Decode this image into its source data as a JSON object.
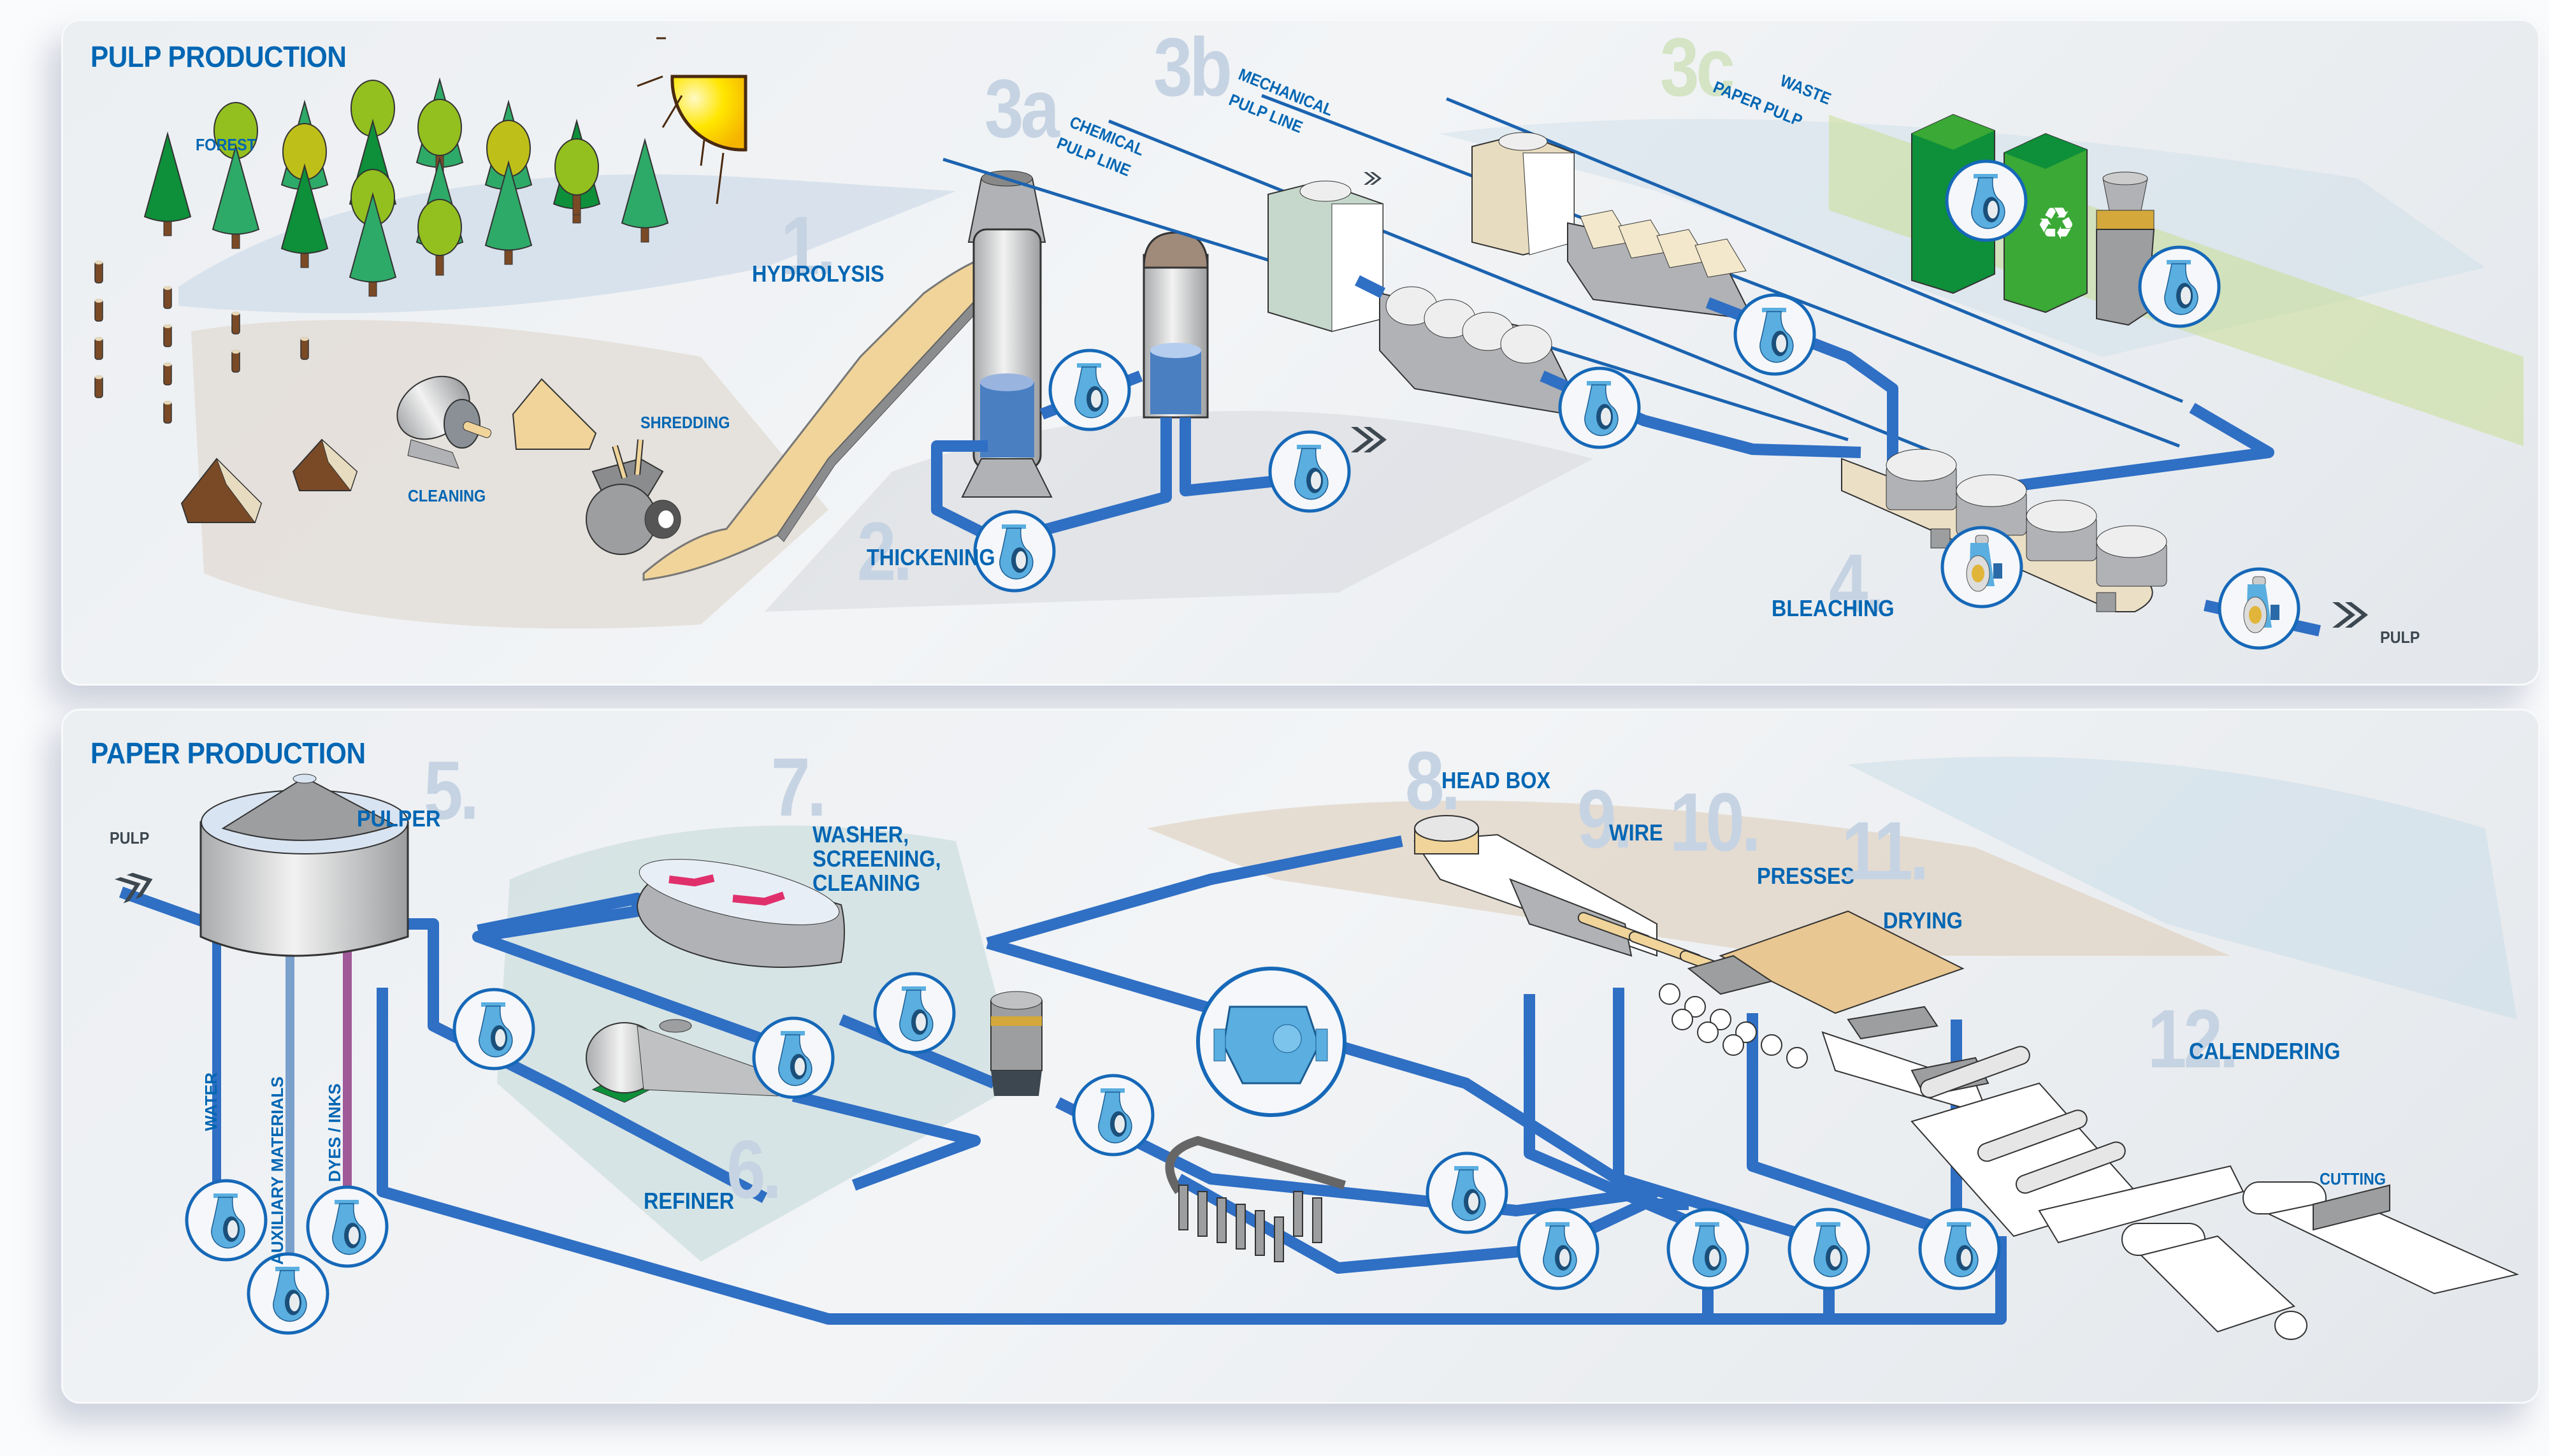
{
  "sections": {
    "pulp": {
      "title": "PULP PRODUCTION",
      "labels": {
        "forest": "FOREST",
        "cleaning": "CLEANING",
        "shredding": "SHREDDING",
        "hydrolysis": "HYDROLYSIS",
        "thickening": "THICKENING",
        "bleaching": "BLEACHING",
        "pulp_out": "PULP"
      },
      "steps": [
        {
          "number": "1.",
          "label": "HYDROLYSIS"
        },
        {
          "number": "2.",
          "label": "THICKENING"
        },
        {
          "number": "3a",
          "label_line1": "CHEMICAL",
          "label_line2": "PULP LINE"
        },
        {
          "number": "3b",
          "label_line1": "MECHANICAL",
          "label_line2": "PULP LINE"
        },
        {
          "number": "3c",
          "label_line1": "WASTE",
          "label_line2": "PAPER PULP"
        },
        {
          "number": "4.",
          "label": "BLEACHING"
        }
      ]
    },
    "paper": {
      "title": "PAPER PRODUCTION",
      "labels": {
        "pulp_in": "PULP",
        "water": "WATER",
        "auxiliary": "AUXILIARY MATERIALS",
        "dyes": "DYES / INKS",
        "cutting": "CUTTING"
      },
      "steps": [
        {
          "number": "5.",
          "label": "PULPER"
        },
        {
          "number": "6.",
          "label": "REFINER"
        },
        {
          "number": "7.",
          "label_line1": "WASHER,",
          "label_line2": "SCREENING,",
          "label_line3": "CLEANING"
        },
        {
          "number": "8.",
          "label": "HEAD BOX"
        },
        {
          "number": "9.",
          "label": "WIRE"
        },
        {
          "number": "10.",
          "label": "PRESSES"
        },
        {
          "number": "11.",
          "label": "DRYING"
        },
        {
          "number": "12.",
          "label": "CALENDERING"
        }
      ]
    }
  },
  "icons": {
    "pump": "centrifugal-pump-icon",
    "process_pump": "process-pump-icon",
    "large_pump": "double-suction-pump-icon",
    "recycle": "recycle-icon",
    "sun": "sun-icon",
    "flow_arrow": "double-chevron-icon"
  },
  "colors": {
    "brand_blue": "#0066b3",
    "pipe_blue": "#2f6fc4",
    "pump_light": "#5aaee0",
    "step_number": "#c6d3e3",
    "waste_green": "#3aa935",
    "tree_dark": "#0e8f3a",
    "tree_mid": "#2eaa68",
    "tree_light": "#93c01f",
    "tree_olive": "#bfbf1a",
    "wood": "#7a4a26",
    "chips": "#f0d49a",
    "dye_pipe": "#a05a98",
    "aux_pipe": "#7aa0cc"
  }
}
